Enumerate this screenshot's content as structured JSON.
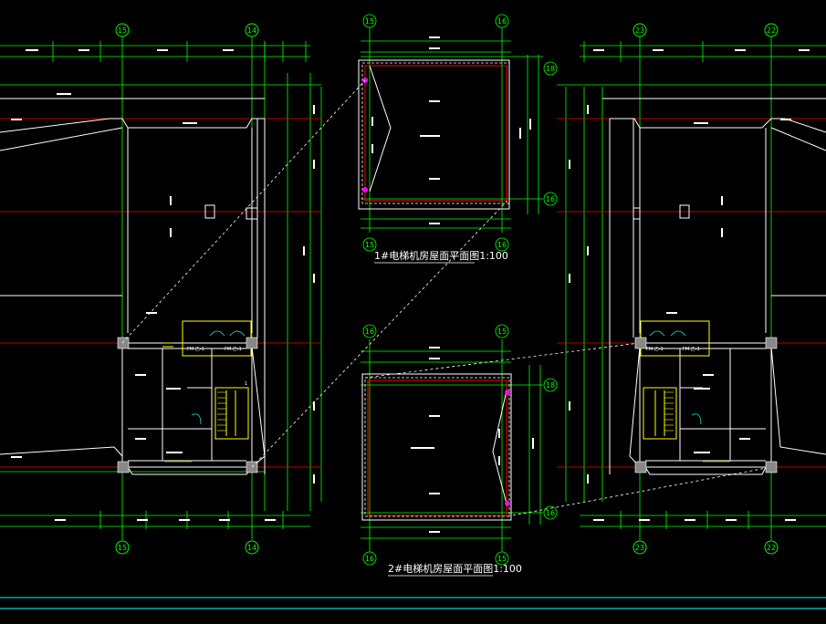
{
  "titles": {
    "plan1": "1#电梯机房屋面平面图1:100",
    "plan2": "2#电梯机房屋面平面图1:100"
  },
  "grid_bubbles": {
    "left_top": [
      "15",
      "14"
    ],
    "mid1_top": [
      "15",
      "16"
    ],
    "mid1_right": [
      "18",
      "16"
    ],
    "mid1_bottom": [
      "15",
      "16"
    ],
    "mid2_top": [
      "16",
      "15"
    ],
    "mid2_right": [
      "18",
      "16"
    ],
    "mid2_bottom": [
      "16",
      "15"
    ],
    "left_bottom": [
      "15",
      "14"
    ],
    "right_top": [
      "23",
      "22"
    ],
    "right_bottom": [
      "23",
      "22"
    ]
  },
  "room_labels": {
    "left_fm1": "FM 乙-1",
    "left_fm2": "FM 乙-1",
    "right_fm1": "FM 乙-1",
    "right_fm2": "FM 乙-1",
    "stair_no": "1"
  },
  "colors": {
    "background": "#000000",
    "grid": "#00ff00",
    "axis": "#ff0000",
    "wall": "#ffffff",
    "accent": "#ffff00",
    "marker": "#ff00ff",
    "cyan": "#00ffff"
  }
}
